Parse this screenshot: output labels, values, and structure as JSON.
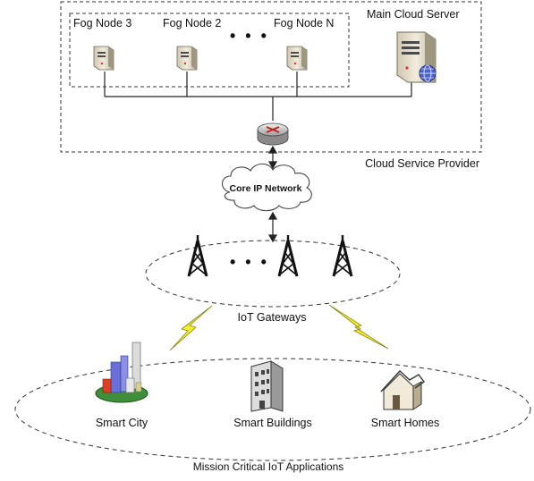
{
  "cloud": {
    "main_server_label": "Main Cloud Server",
    "provider_label": "Cloud Service Provider",
    "fog_nodes": [
      "Fog Node 3",
      "Fog Node 2",
      "Fog Node N"
    ],
    "fog_ellipsis": "• • •"
  },
  "network": {
    "core_label": "Core IP Network"
  },
  "gateways": {
    "label": "IoT Gateways",
    "ellipsis": "• • •"
  },
  "applications": {
    "items": [
      "Smart City",
      "Smart Buildings",
      "Smart Homes"
    ],
    "group_label": "Mission Critical IoT Applications"
  },
  "icons": {
    "fog_node": "server-tower-icon",
    "main_server": "server-globe-icon",
    "router": "router-icon",
    "cloud": "cloud-icon",
    "tower": "cell-tower-icon",
    "lightning": "wireless-link-icon",
    "city": "city-icon",
    "building": "building-icon",
    "home": "house-icon"
  },
  "colors": {
    "line": "#222222",
    "lightning": "#f2ee2e",
    "server_body": "#e6dfcc",
    "city_green": "#3f8f3a"
  }
}
